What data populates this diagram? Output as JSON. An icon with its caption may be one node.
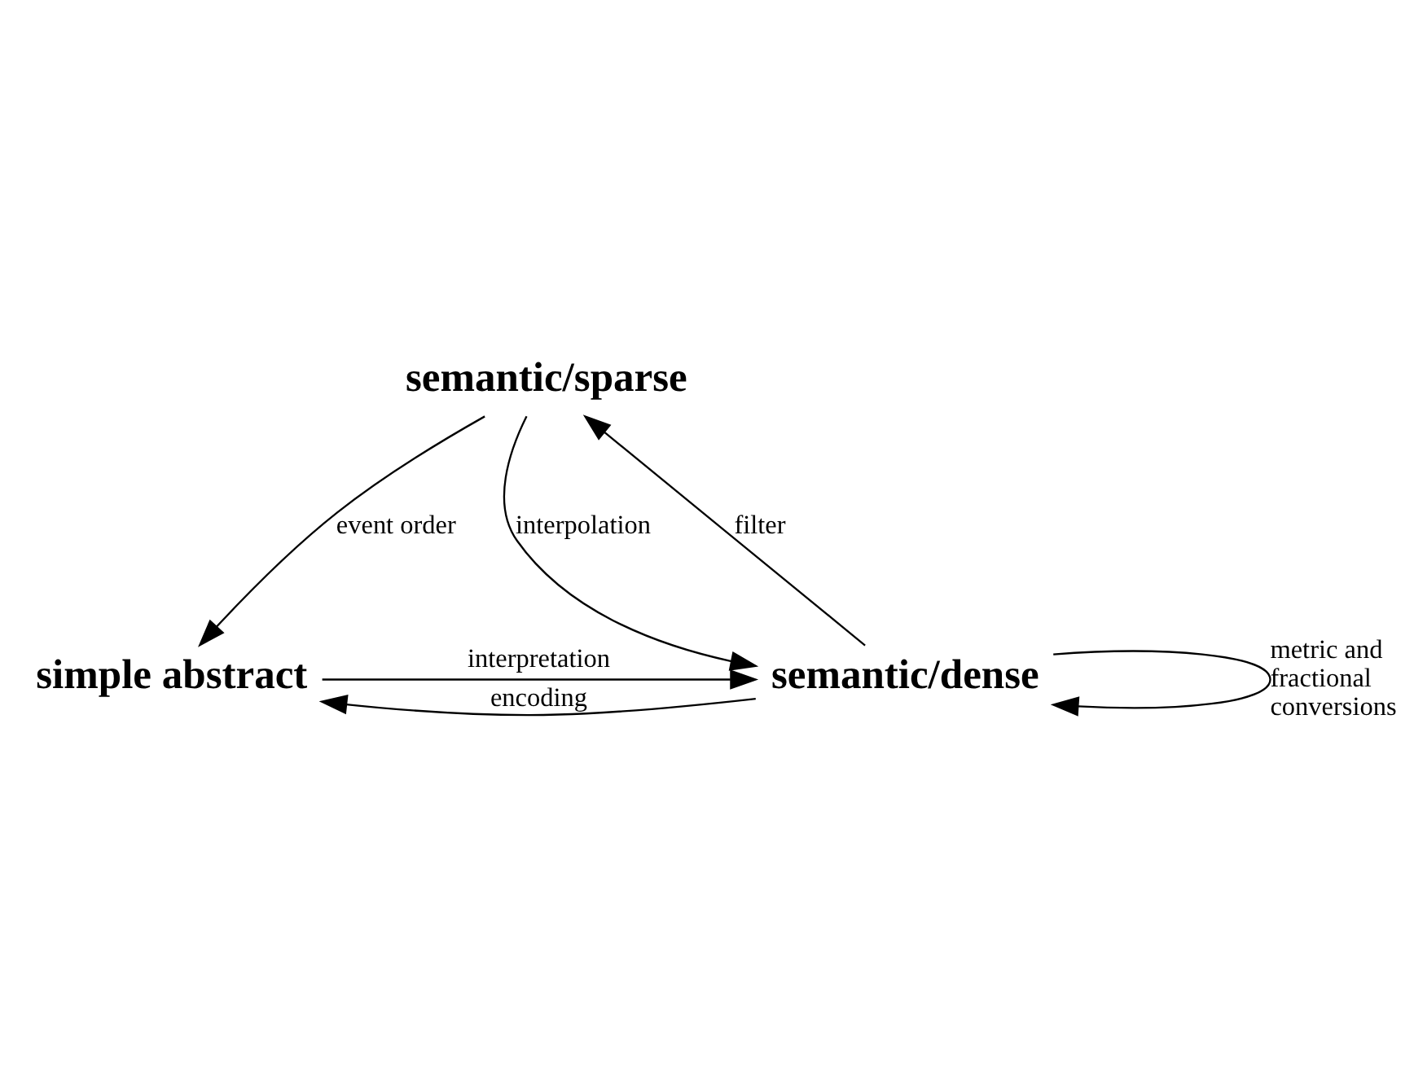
{
  "diagram": {
    "nodes": [
      {
        "text": [
          "semantic/sparse"
        ]
      },
      {
        "text": [
          "simple abstract"
        ]
      },
      {
        "text": [
          "semantic/dense"
        ]
      }
    ],
    "edges": [
      {
        "from": 0,
        "to": 1,
        "arrow": "to",
        "label": "event order"
      },
      {
        "from": 2,
        "to": 0,
        "arrow": "to",
        "label": "filter"
      },
      {
        "from": 0,
        "to": 2,
        "arrow": "to",
        "label": "interpolation"
      },
      {
        "from": 1,
        "to": 2,
        "arrow": "to",
        "label": "interpretation"
      },
      {
        "from": 2,
        "to": 1,
        "arrow": "to",
        "label": "encoding"
      },
      {
        "from": 2,
        "to": 2,
        "arrow": "to",
        "label": "metric and fractional conversions"
      }
    ]
  }
}
